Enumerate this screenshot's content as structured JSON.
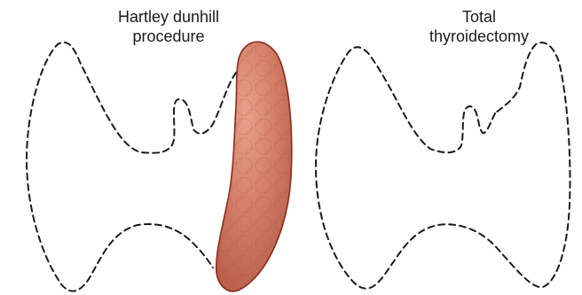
{
  "panels": [
    {
      "id": "hartley-dunhill",
      "title_lines": [
        "Hartley dunhill",
        "procedure"
      ],
      "remaining_lobe": "right"
    },
    {
      "id": "total-thyroidectomy",
      "title_lines": [
        "Total",
        "thyroidectomy"
      ],
      "remaining_lobe": "none"
    }
  ],
  "colors": {
    "outline": "#1a1a1a",
    "tissue_fill": "#d07a63",
    "tissue_stroke": "#8a2a1c",
    "tissue_highlight": "#e8a08a"
  }
}
